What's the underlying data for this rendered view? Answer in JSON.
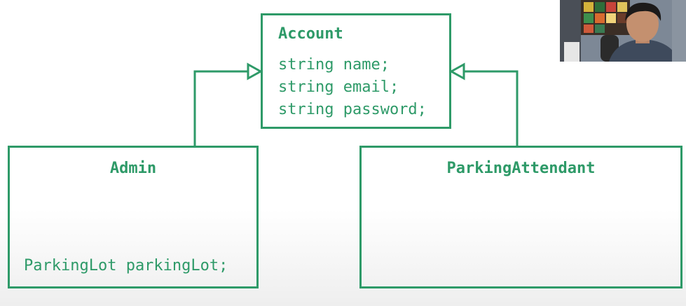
{
  "diagram": {
    "account": {
      "title": "Account",
      "attributes": [
        "string name;",
        "string email;",
        "string password;"
      ]
    },
    "admin": {
      "title": "Admin",
      "attributes": [
        "ParkingLot parkingLot;"
      ]
    },
    "parking_attendant": {
      "title": "ParkingAttendant",
      "attributes": []
    },
    "relations": [
      {
        "from": "Admin",
        "to": "Account",
        "type": "inheritance"
      },
      {
        "from": "ParkingAttendant",
        "to": "Account",
        "type": "inheritance"
      }
    ],
    "colors": {
      "line": "#2e9a68",
      "background": "#ffffff"
    }
  },
  "webcam_overlay": {
    "visible": true
  }
}
